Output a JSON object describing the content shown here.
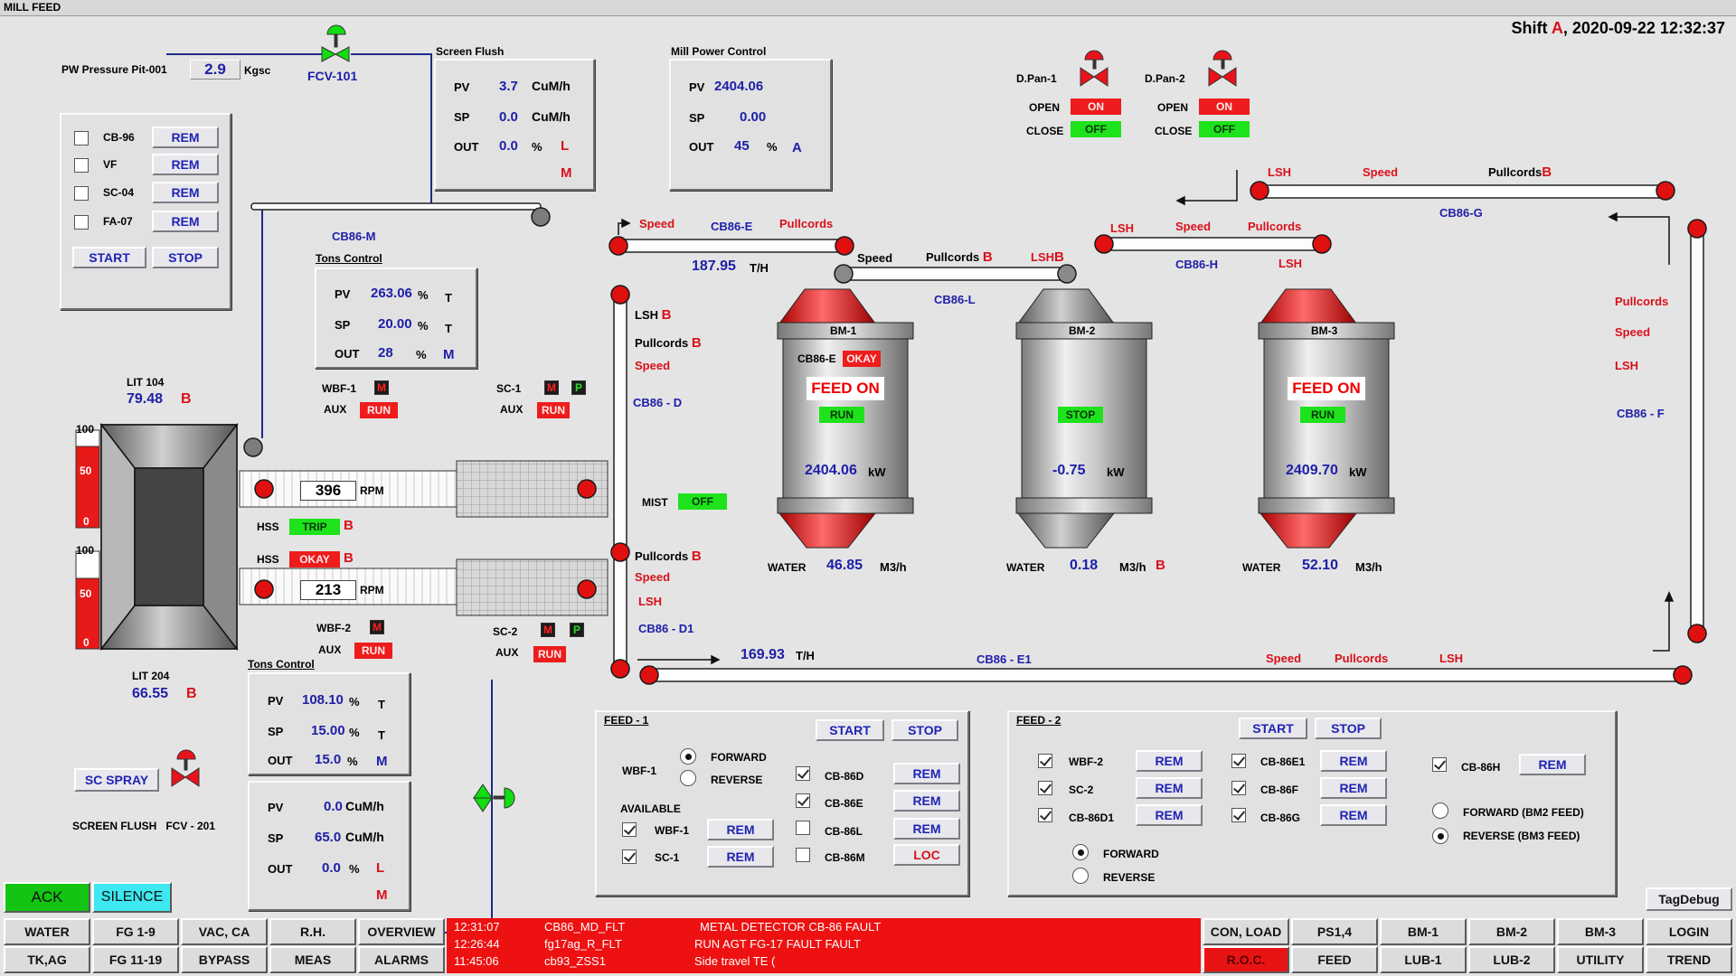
{
  "title": "MILL FEED",
  "shift": {
    "prefix": "Shift ",
    "letter": "A",
    "rest": ", 2020-09-22 12:32:37"
  },
  "pw": {
    "label": "PW Pressure Pit-001",
    "value": "2.9",
    "unit": "Kgsc",
    "valve": "FCV-101"
  },
  "screen_flush": {
    "title": "Screen Flush",
    "pv_label": "PV",
    "pv": "3.7",
    "pv_unit": "CuM/h",
    "sp_label": "SP",
    "sp": "0.0",
    "sp_unit": "CuM/h",
    "out_label": "OUT",
    "out": "0.0",
    "out_unit": "%",
    "mode": "L",
    "mode2": "M"
  },
  "mill_power": {
    "title": "Mill Power Control",
    "pv_label": "PV",
    "pv": "2404.06",
    "sp_label": "SP",
    "sp": "0.00",
    "out_label": "OUT",
    "out": "45",
    "out_unit": "%",
    "mode": "A"
  },
  "cb_panel": {
    "items": [
      {
        "label": "CB-96",
        "btn": "REM"
      },
      {
        "label": "VF",
        "btn": "REM"
      },
      {
        "label": "SC-04",
        "btn": "REM"
      },
      {
        "label": "FA-07",
        "btn": "REM"
      }
    ],
    "start": "START",
    "stop": "STOP"
  },
  "dpan": [
    {
      "name": "D.Pan-1",
      "open": "OPEN",
      "open_state": "ON",
      "close": "CLOSE",
      "close_state": "OFF"
    },
    {
      "name": "D.Pan-2",
      "open": "OPEN",
      "open_state": "ON",
      "close": "CLOSE",
      "close_state": "OFF"
    }
  ],
  "conv": {
    "cb86m": "CB86-M",
    "cb86e": "CB86-E",
    "cb86l": "CB86-L",
    "cb86g": "CB86-G",
    "cb86h": "CB86-H",
    "cb86f": "CB86 - F",
    "cb86d": "CB86 - D",
    "cb86d1": "CB86 - D1",
    "cb86e1": "CB86 - E1",
    "speed": "Speed",
    "pullcords": "Pullcords",
    "lsh": "LSH",
    "b": "B",
    "e_rate": "187.95",
    "e_unit": "T/H",
    "e1_rate": "169.93",
    "e1_unit": "T/H"
  },
  "tons1": {
    "title": "Tons Control",
    "pv_label": "PV",
    "pv": "263.06",
    "sp_label": "SP",
    "sp": "20.00",
    "out_label": "OUT",
    "out": "28",
    "pct": "%",
    "unit": "T",
    "mode": "M"
  },
  "tons2": {
    "title": "Tons Control",
    "pv_label": "PV",
    "pv": "108.10",
    "sp_label": "SP",
    "sp": "15.00",
    "out_label": "OUT",
    "out": "15.0",
    "pct": "%",
    "unit": "T",
    "mode": "M"
  },
  "flush2": {
    "pv_label": "PV",
    "pv": "0.0",
    "pv_unit": "CuM/h",
    "sp_label": "SP",
    "sp": "65.0",
    "sp_unit": "CuM/h",
    "out_label": "OUT",
    "out": "0.0",
    "out_unit": "%",
    "mode": "L",
    "mode2": "M"
  },
  "lit104": {
    "label": "LIT 104",
    "value": "79.48",
    "mode": "B"
  },
  "lit204": {
    "label": "LIT 204",
    "value": "66.55",
    "mode": "B"
  },
  "scale": {
    "t100": "100",
    "t50": "50",
    "t0": "0"
  },
  "wbf1": {
    "label": "WBF-1",
    "m": "M",
    "aux": "AUX",
    "aux_state": "RUN",
    "rpm": "396",
    "rpm_unit": "RPM"
  },
  "wbf2": {
    "label": "WBF-2",
    "m": "M",
    "aux": "AUX",
    "aux_state": "RUN",
    "rpm": "213",
    "rpm_unit": "RPM"
  },
  "sc1": {
    "label": "SC-1",
    "m": "M",
    "p": "P",
    "aux": "AUX",
    "aux_state": "RUN"
  },
  "sc2": {
    "label": "SC-2",
    "m": "M",
    "p": "P",
    "aux": "AUX",
    "aux_state": "RUN"
  },
  "hss1": {
    "label": "HSS",
    "state": "TRIP",
    "mode": "B"
  },
  "hss2": {
    "label": "HSS",
    "state": "OKAY",
    "mode": "B"
  },
  "mist": {
    "label": "MIST",
    "state": "OFF"
  },
  "mills": [
    {
      "name": "BM-1",
      "cb": "CB86-E",
      "cb_state": "OKAY",
      "feed": "FEED ON",
      "run": "RUN",
      "kw": "2404.06",
      "kw_unit": "kW",
      "water": "WATER",
      "water_val": "46.85",
      "water_unit": "M3/h",
      "water_mode": ""
    },
    {
      "name": "BM-2",
      "cb": "",
      "cb_state": "",
      "feed": "",
      "run": "STOP",
      "kw": "-0.75",
      "kw_unit": "kW",
      "water": "WATER",
      "water_val": "0.18",
      "water_unit": "M3/h",
      "water_mode": "B"
    },
    {
      "name": "BM-3",
      "cb": "",
      "cb_state": "",
      "feed": "FEED ON",
      "run": "RUN",
      "kw": "2409.70",
      "kw_unit": "kW",
      "water": "WATER",
      "water_val": "52.10",
      "water_unit": "M3/h",
      "water_mode": ""
    }
  ],
  "feed1": {
    "title": "FEED - 1",
    "start": "START",
    "stop": "STOP",
    "wbf": "WBF-1",
    "forward": "FORWARD",
    "reverse": "REVERSE",
    "available": "AVAILABLE",
    "avail": [
      {
        "label": "WBF-1",
        "btn": "REM"
      },
      {
        "label": "SC-1",
        "btn": "REM"
      }
    ],
    "right": [
      {
        "label": "CB-86D",
        "btn": "REM",
        "checked": true
      },
      {
        "label": "CB-86E",
        "btn": "REM",
        "checked": true
      },
      {
        "label": "CB-86L",
        "btn": "REM",
        "checked": false
      },
      {
        "label": "CB-86M",
        "btn": "LOC",
        "checked": false
      }
    ]
  },
  "feed2": {
    "title": "FEED - 2",
    "start": "START",
    "stop": "STOP",
    "col1": [
      {
        "label": "WBF-2",
        "btn": "REM"
      },
      {
        "label": "SC-2",
        "btn": "REM"
      },
      {
        "label": "CB-86D1",
        "btn": "REM"
      }
    ],
    "col2": [
      {
        "label": "CB-86E1",
        "btn": "REM"
      },
      {
        "label": "CB-86F",
        "btn": "REM"
      },
      {
        "label": "CB-86G",
        "btn": "REM"
      }
    ],
    "cb86h": {
      "label": "CB-86H",
      "btn": "REM"
    },
    "forward": "FORWARD",
    "reverse": "REVERSE",
    "fwd_bm2": "FORWARD (BM2 FEED)",
    "rev_bm3": "REVERSE (BM3 FEED)"
  },
  "sc_spray": "SC SPRAY",
  "screen_flush_fcv": "SCREEN FLUSH   FCV - 201",
  "tagdebug": "TagDebug",
  "ack": "ACK",
  "silence": "SILENCE",
  "nav_left": [
    [
      "WATER",
      "FG 1-9",
      "VAC, CA",
      "R.H.",
      "OVERVIEW"
    ],
    [
      "TK,AG",
      "FG 11-19",
      "BYPASS",
      "MEAS",
      "ALARMS"
    ]
  ],
  "nav_right": [
    [
      "CON, LOAD",
      "PS1,4",
      "BM-1",
      "BM-2",
      "BM-3",
      "LOGIN"
    ],
    [
      "R.O.C.",
      "FEED",
      "LUB-1",
      "LUB-2",
      "UTILITY",
      "TREND"
    ]
  ],
  "alarms": [
    {
      "time": "12:31:07",
      "tag": "CB86_MD_FLT",
      "msg": "METAL DETECTOR CB-86 FAULT"
    },
    {
      "time": "12:26:44",
      "tag": "fg17ag_R_FLT",
      "msg": "RUN AGT FG-17 FAULT FAULT"
    },
    {
      "time": "11:45:06",
      "tag": "cb93_ZSS1",
      "msg": "Side travel TE ("
    }
  ]
}
